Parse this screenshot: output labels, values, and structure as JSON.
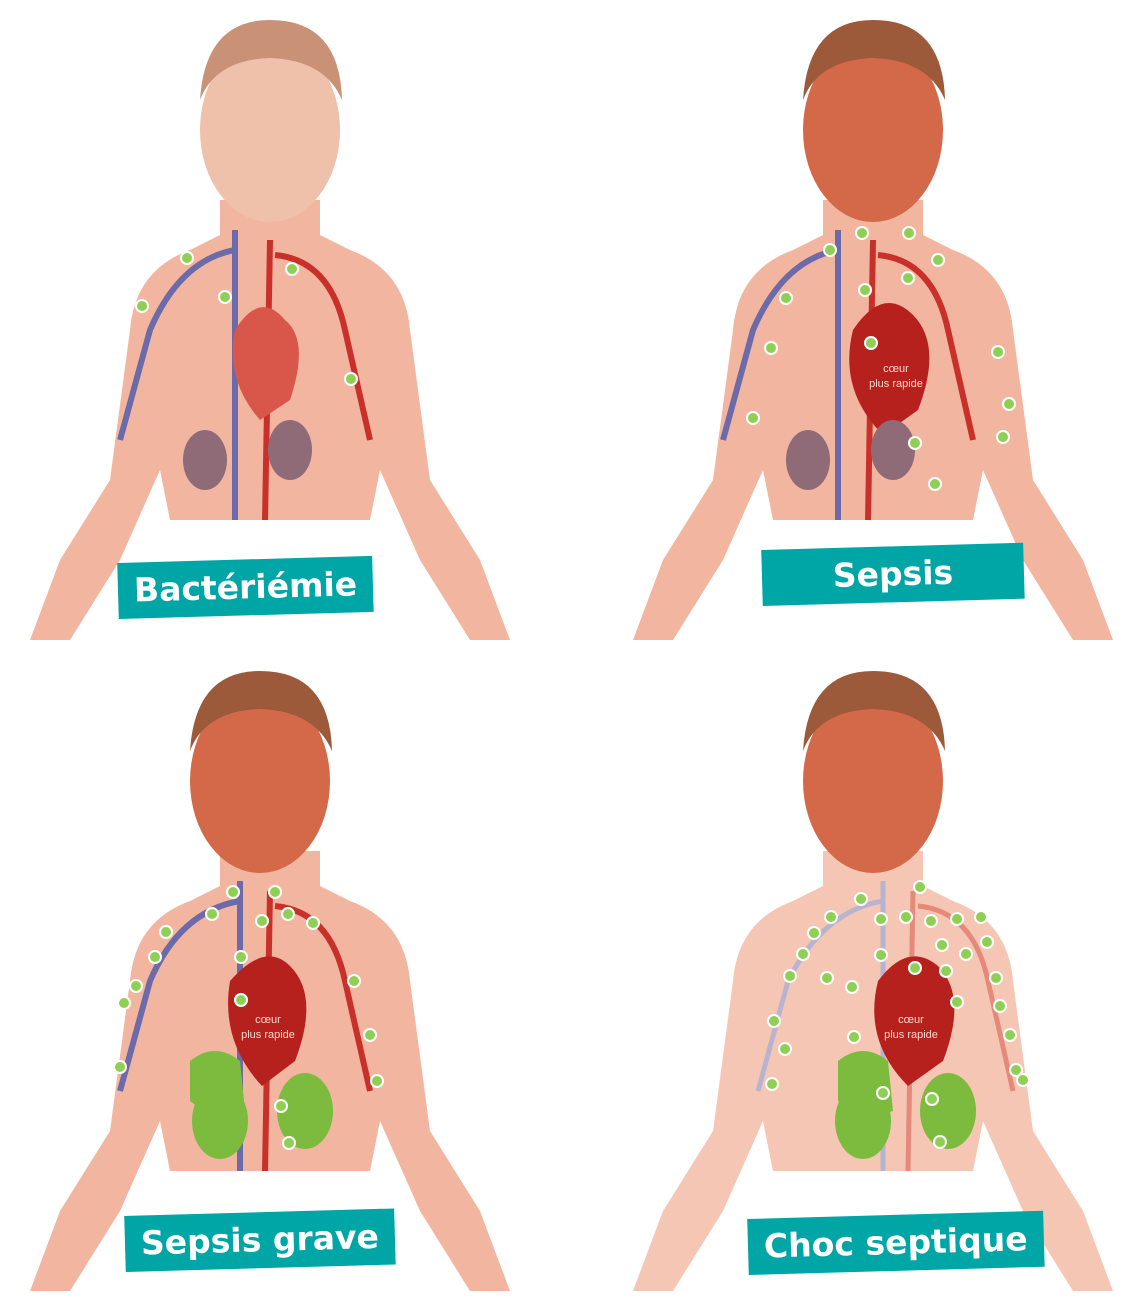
{
  "panels": [
    {
      "stage": "Bactériémie",
      "heart_label": [
        "",
        ""
      ]
    },
    {
      "stage": "Sepsis",
      "heart_label": [
        "cœur",
        "plus rapide"
      ]
    },
    {
      "stage": "Sepsis grave",
      "heart_label": [
        "cœur",
        "plus rapide"
      ]
    },
    {
      "stage": "Choc septique",
      "heart_label": [
        "cœur",
        "plus rapide"
      ]
    }
  ],
  "colors": {
    "label_bg": "#00a6a6",
    "skin_light": "#f2b6a0",
    "face_pale": "#efc0aa",
    "face_flushed": "#d4694a",
    "hair": "#b9876a",
    "hair_dark": "#9c5a3a",
    "vein": "#6c6aa8",
    "artery": "#c9302a",
    "heart_pale": "#d9564a",
    "heart_intense": "#b7211d",
    "kidney_normal": "#8f6b78",
    "organ_failure": "#7dbb3e",
    "bacteria": "#8fcf55"
  }
}
